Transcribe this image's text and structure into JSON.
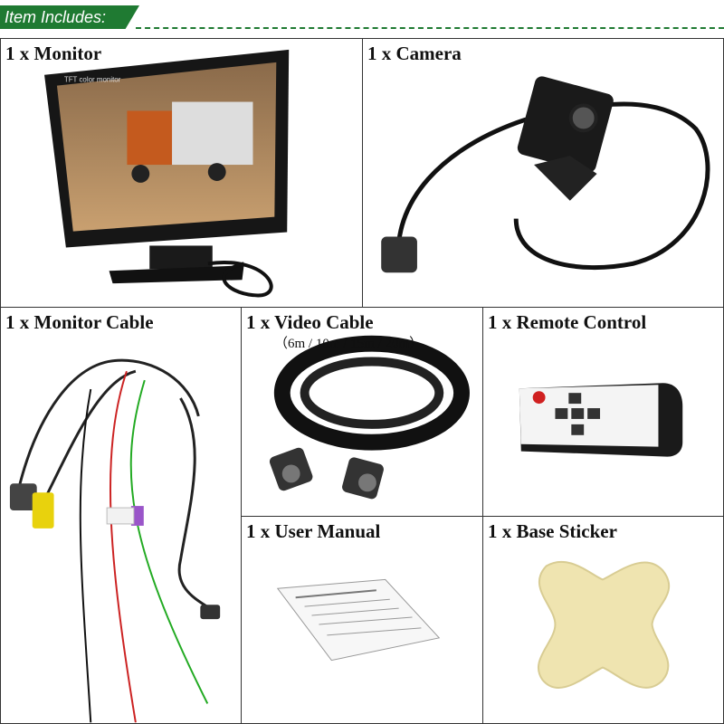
{
  "header": {
    "label": "Item Includes:"
  },
  "colors": {
    "accent": "#1f7a32",
    "border": "#333333"
  },
  "items": [
    {
      "title": "1 x Monitor"
    },
    {
      "title": "1 x Camera"
    },
    {
      "title": "1 x Monitor Cable"
    },
    {
      "title": "1 x Video Cable",
      "subtitle": "（6m / 10m / 15m / 20m）"
    },
    {
      "title": "1 x Remote Control"
    },
    {
      "title": "1 x User Manual"
    },
    {
      "title": "1 x Base Sticker"
    }
  ],
  "monitor_screen_label": "TFT color monitor"
}
